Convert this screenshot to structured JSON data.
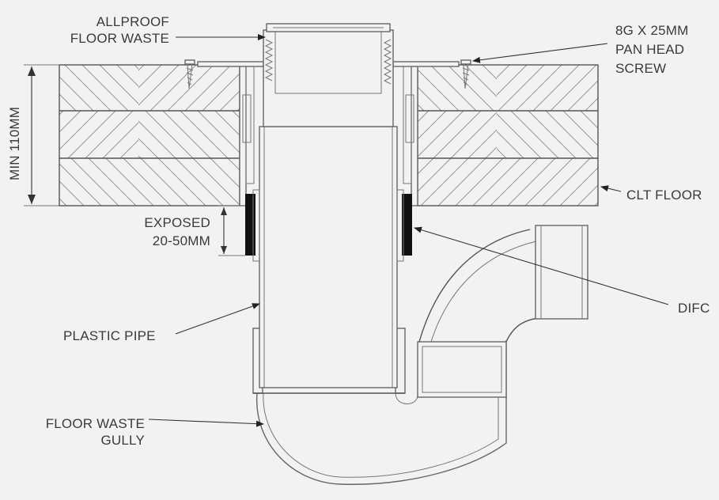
{
  "labels": {
    "allproof_line1": "ALLPROOF",
    "allproof_line2": "FLOOR WASTE",
    "screw_line1": "8G X 25MM",
    "screw_line2": "PAN HEAD",
    "screw_line3": "SCREW",
    "min_height": "MIN 110MM",
    "clt_floor": "CLT FLOOR",
    "exposed_line1": "EXPOSED",
    "exposed_line2": "20-50MM",
    "difc": "DIFC",
    "plastic_pipe": "PLASTIC PIPE",
    "gully_line1": "FLOOR WASTE",
    "gully_line2": "GULLY"
  },
  "colors": {
    "background": "#f2f2f2",
    "line": "#555555",
    "text": "#3a3a3a",
    "seal": "#111111"
  }
}
